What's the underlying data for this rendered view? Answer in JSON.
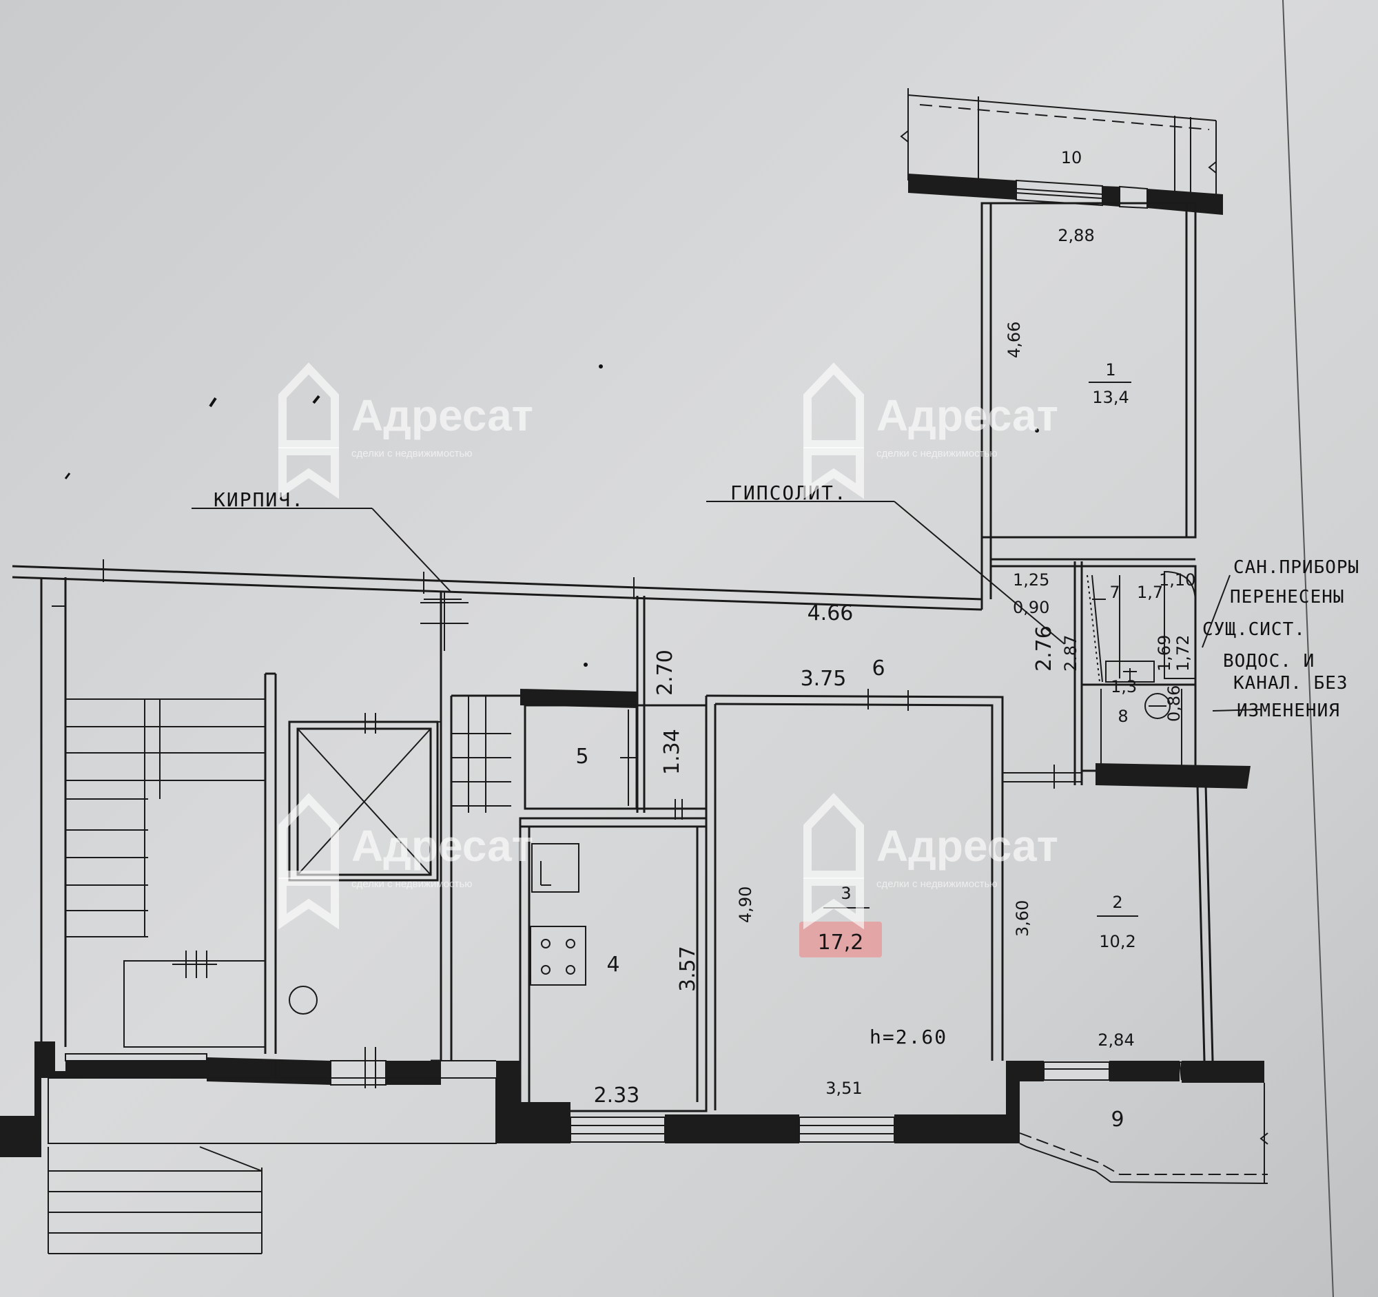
{
  "plan": {
    "annotations": {
      "brick": "КИРПИЧ.",
      "gypsolite": "ГИПСОЛИТ.",
      "height": "h=2.60",
      "sanitary_note": [
        "САН.ПРИБОРЫ",
        "ПЕРЕНЕСЕНЫ",
        "СУЩ.СИСТ.",
        "ВОДОС. И",
        "КАНАЛ. БЕЗ",
        "ИЗМЕНЕНИЯ"
      ]
    },
    "rooms": [
      {
        "num": "1",
        "area": "13,4"
      },
      {
        "num": "2",
        "area": "10,2"
      },
      {
        "num": "3",
        "area": "17,2"
      },
      {
        "num": "4",
        "area": ""
      },
      {
        "num": "5",
        "area": ""
      },
      {
        "num": "6",
        "area": ""
      },
      {
        "num": "7",
        "area": "1,7"
      },
      {
        "num": "8",
        "area": "1,3"
      },
      {
        "num": "9",
        "area": ""
      },
      {
        "num": "10",
        "area": ""
      }
    ],
    "dimensions": {
      "r10_width": "2,88",
      "r1_length": "4,66",
      "corr_top": "4.66",
      "corr_mid": "3.75",
      "corr_side": "2.70",
      "r5_depth": "1.34",
      "corr_right": "2.76",
      "corr_right2": "2.87",
      "bath_a": "1,25",
      "bath_b": "0,90",
      "bath_c": "1,10",
      "bath_d": "1,69",
      "bath_e": "1,72",
      "wc_a": "0,86",
      "r3_height": "4,90",
      "r3_width": "3,51",
      "r4_height": "3.57",
      "r4_width": "2.33",
      "r2_height": "3,60",
      "r2_width": "2,84"
    },
    "highlight_color": "#e79a9a"
  },
  "watermark": {
    "title": "Адресат",
    "subtitle": "сделки с недвижимостью"
  }
}
